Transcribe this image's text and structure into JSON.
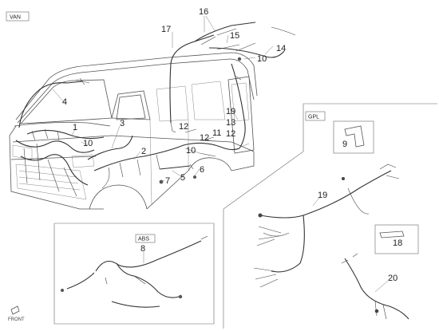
{
  "variants": {
    "van": "VAN",
    "gpl": "GPL",
    "abs": "ABS"
  },
  "orientation": {
    "front": "FRONT"
  },
  "labels": {
    "p1": "1",
    "p2": "2",
    "p3": "3",
    "p4": "4",
    "p5": "5",
    "p6": "6",
    "p7": "7",
    "p8": "8",
    "p9": "9",
    "p10a": "10",
    "p10b": "10",
    "p10c": "10",
    "p11": "11",
    "p12a": "12",
    "p12b": "12",
    "p12c": "12",
    "p13": "13",
    "p14": "14",
    "p15": "15",
    "p16": "16",
    "p17": "17",
    "p18": "18",
    "p19a": "19",
    "p19b": "19",
    "p20": "20"
  }
}
